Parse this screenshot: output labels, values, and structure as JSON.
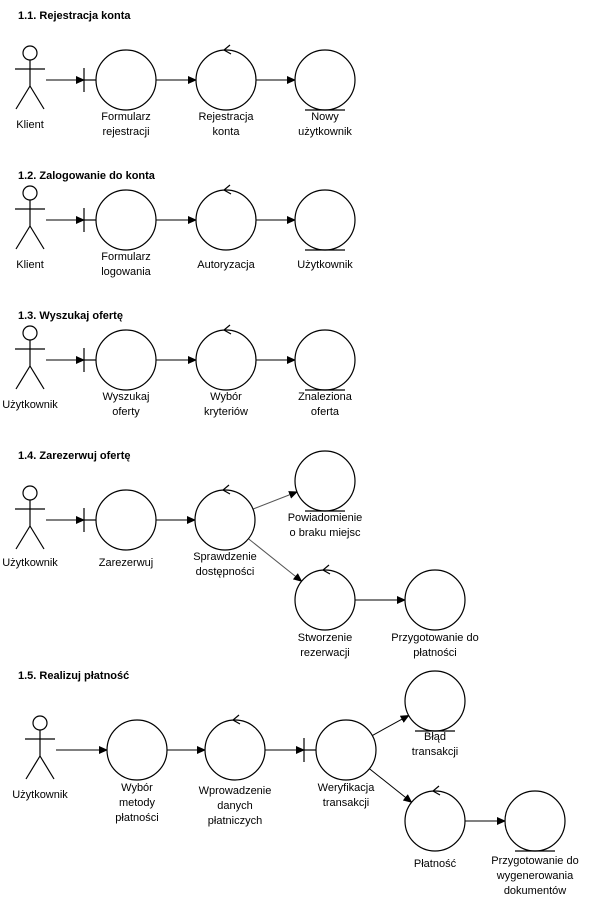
{
  "sections": [
    {
      "title": "1.1.  Rejestracja konta",
      "nodes": [
        {
          "id": "a1",
          "kind": "actor",
          "label": [
            "Klient"
          ]
        },
        {
          "id": "b1",
          "kind": "boundary",
          "label": [
            "Formularz",
            "rejestracji"
          ]
        },
        {
          "id": "c1",
          "kind": "control",
          "label": [
            "Rejestracja",
            "konta"
          ]
        },
        {
          "id": "e1",
          "kind": "entity",
          "label": [
            "Nowy",
            "użytkownik"
          ]
        }
      ],
      "edges": [
        [
          "a1",
          "b1"
        ],
        [
          "b1",
          "c1"
        ],
        [
          "c1",
          "e1"
        ]
      ]
    },
    {
      "title": "1.2.  Zalogowanie do konta",
      "nodes": [
        {
          "id": "a2",
          "kind": "actor",
          "label": [
            "Klient"
          ]
        },
        {
          "id": "b2",
          "kind": "boundary",
          "label": [
            "Formularz",
            "logowania"
          ]
        },
        {
          "id": "c2",
          "kind": "control",
          "label": [
            "Autoryzacja"
          ]
        },
        {
          "id": "e2",
          "kind": "entity",
          "label": [
            "Użytkownik"
          ]
        }
      ],
      "edges": [
        [
          "a2",
          "b2"
        ],
        [
          "b2",
          "c2"
        ],
        [
          "c2",
          "e2"
        ]
      ]
    },
    {
      "title": "1.3.  Wyszukaj ofertę",
      "nodes": [
        {
          "id": "a3",
          "kind": "actor",
          "label": [
            "Użytkownik"
          ]
        },
        {
          "id": "b3",
          "kind": "boundary",
          "label": [
            "Wyszukaj",
            "oferty"
          ]
        },
        {
          "id": "c3",
          "kind": "control",
          "label": [
            "Wybór",
            "kryteriów"
          ]
        },
        {
          "id": "e3",
          "kind": "entity",
          "label": [
            "Znaleziona",
            "oferta"
          ]
        }
      ],
      "edges": [
        [
          "a3",
          "b3"
        ],
        [
          "b3",
          "c3"
        ],
        [
          "c3",
          "e3"
        ]
      ]
    },
    {
      "title": "1.4.  Zarezerwuj ofertę",
      "nodes": [
        {
          "id": "a4",
          "kind": "actor",
          "label": [
            "Użytkownik"
          ]
        },
        {
          "id": "b4",
          "kind": "boundary",
          "label": [
            "Zarezerwuj"
          ]
        },
        {
          "id": "c4",
          "kind": "control",
          "label": [
            "Sprawdzenie",
            "dostępności"
          ]
        },
        {
          "id": "e4a",
          "kind": "entity",
          "label": [
            "Powiadomienie",
            "o braku miejsc"
          ]
        },
        {
          "id": "c4b",
          "kind": "control",
          "label": [
            "Stworzenie",
            "rezerwacji"
          ]
        },
        {
          "id": "p4",
          "kind": "plain",
          "label": [
            "Przygotowanie do",
            "płatności"
          ]
        }
      ],
      "edges": [
        [
          "a4",
          "b4"
        ],
        [
          "b4",
          "c4"
        ],
        [
          "c4",
          "e4a"
        ],
        [
          "c4",
          "c4b"
        ],
        [
          "c4b",
          "p4"
        ]
      ]
    },
    {
      "title": "1.5.  Realizuj płatność",
      "nodes": [
        {
          "id": "a5",
          "kind": "actor",
          "label": [
            "Użytkownik"
          ]
        },
        {
          "id": "b5",
          "kind": "plain",
          "label": [
            "Wybór",
            "metody",
            "płatności"
          ]
        },
        {
          "id": "c5",
          "kind": "control",
          "label": [
            "Wprowadzenie",
            "danych",
            "płatniczych"
          ]
        },
        {
          "id": "w5",
          "kind": "boundary",
          "label": [
            "Weryfikacja",
            "transakcji"
          ]
        },
        {
          "id": "e5",
          "kind": "entity",
          "label": [
            "Błąd",
            "transakcji"
          ]
        },
        {
          "id": "c5b",
          "kind": "control",
          "label": [
            "Płatność"
          ]
        },
        {
          "id": "e5b",
          "kind": "entity",
          "label": [
            "Przygotowanie do",
            "wygenerowania",
            "dokumentów"
          ]
        }
      ],
      "edges": [
        [
          "a5",
          "b5"
        ],
        [
          "b5",
          "c5"
        ],
        [
          "c5",
          "w5"
        ],
        [
          "w5",
          "e5"
        ],
        [
          "w5",
          "c5b"
        ],
        [
          "c5b",
          "e5b"
        ]
      ]
    }
  ]
}
